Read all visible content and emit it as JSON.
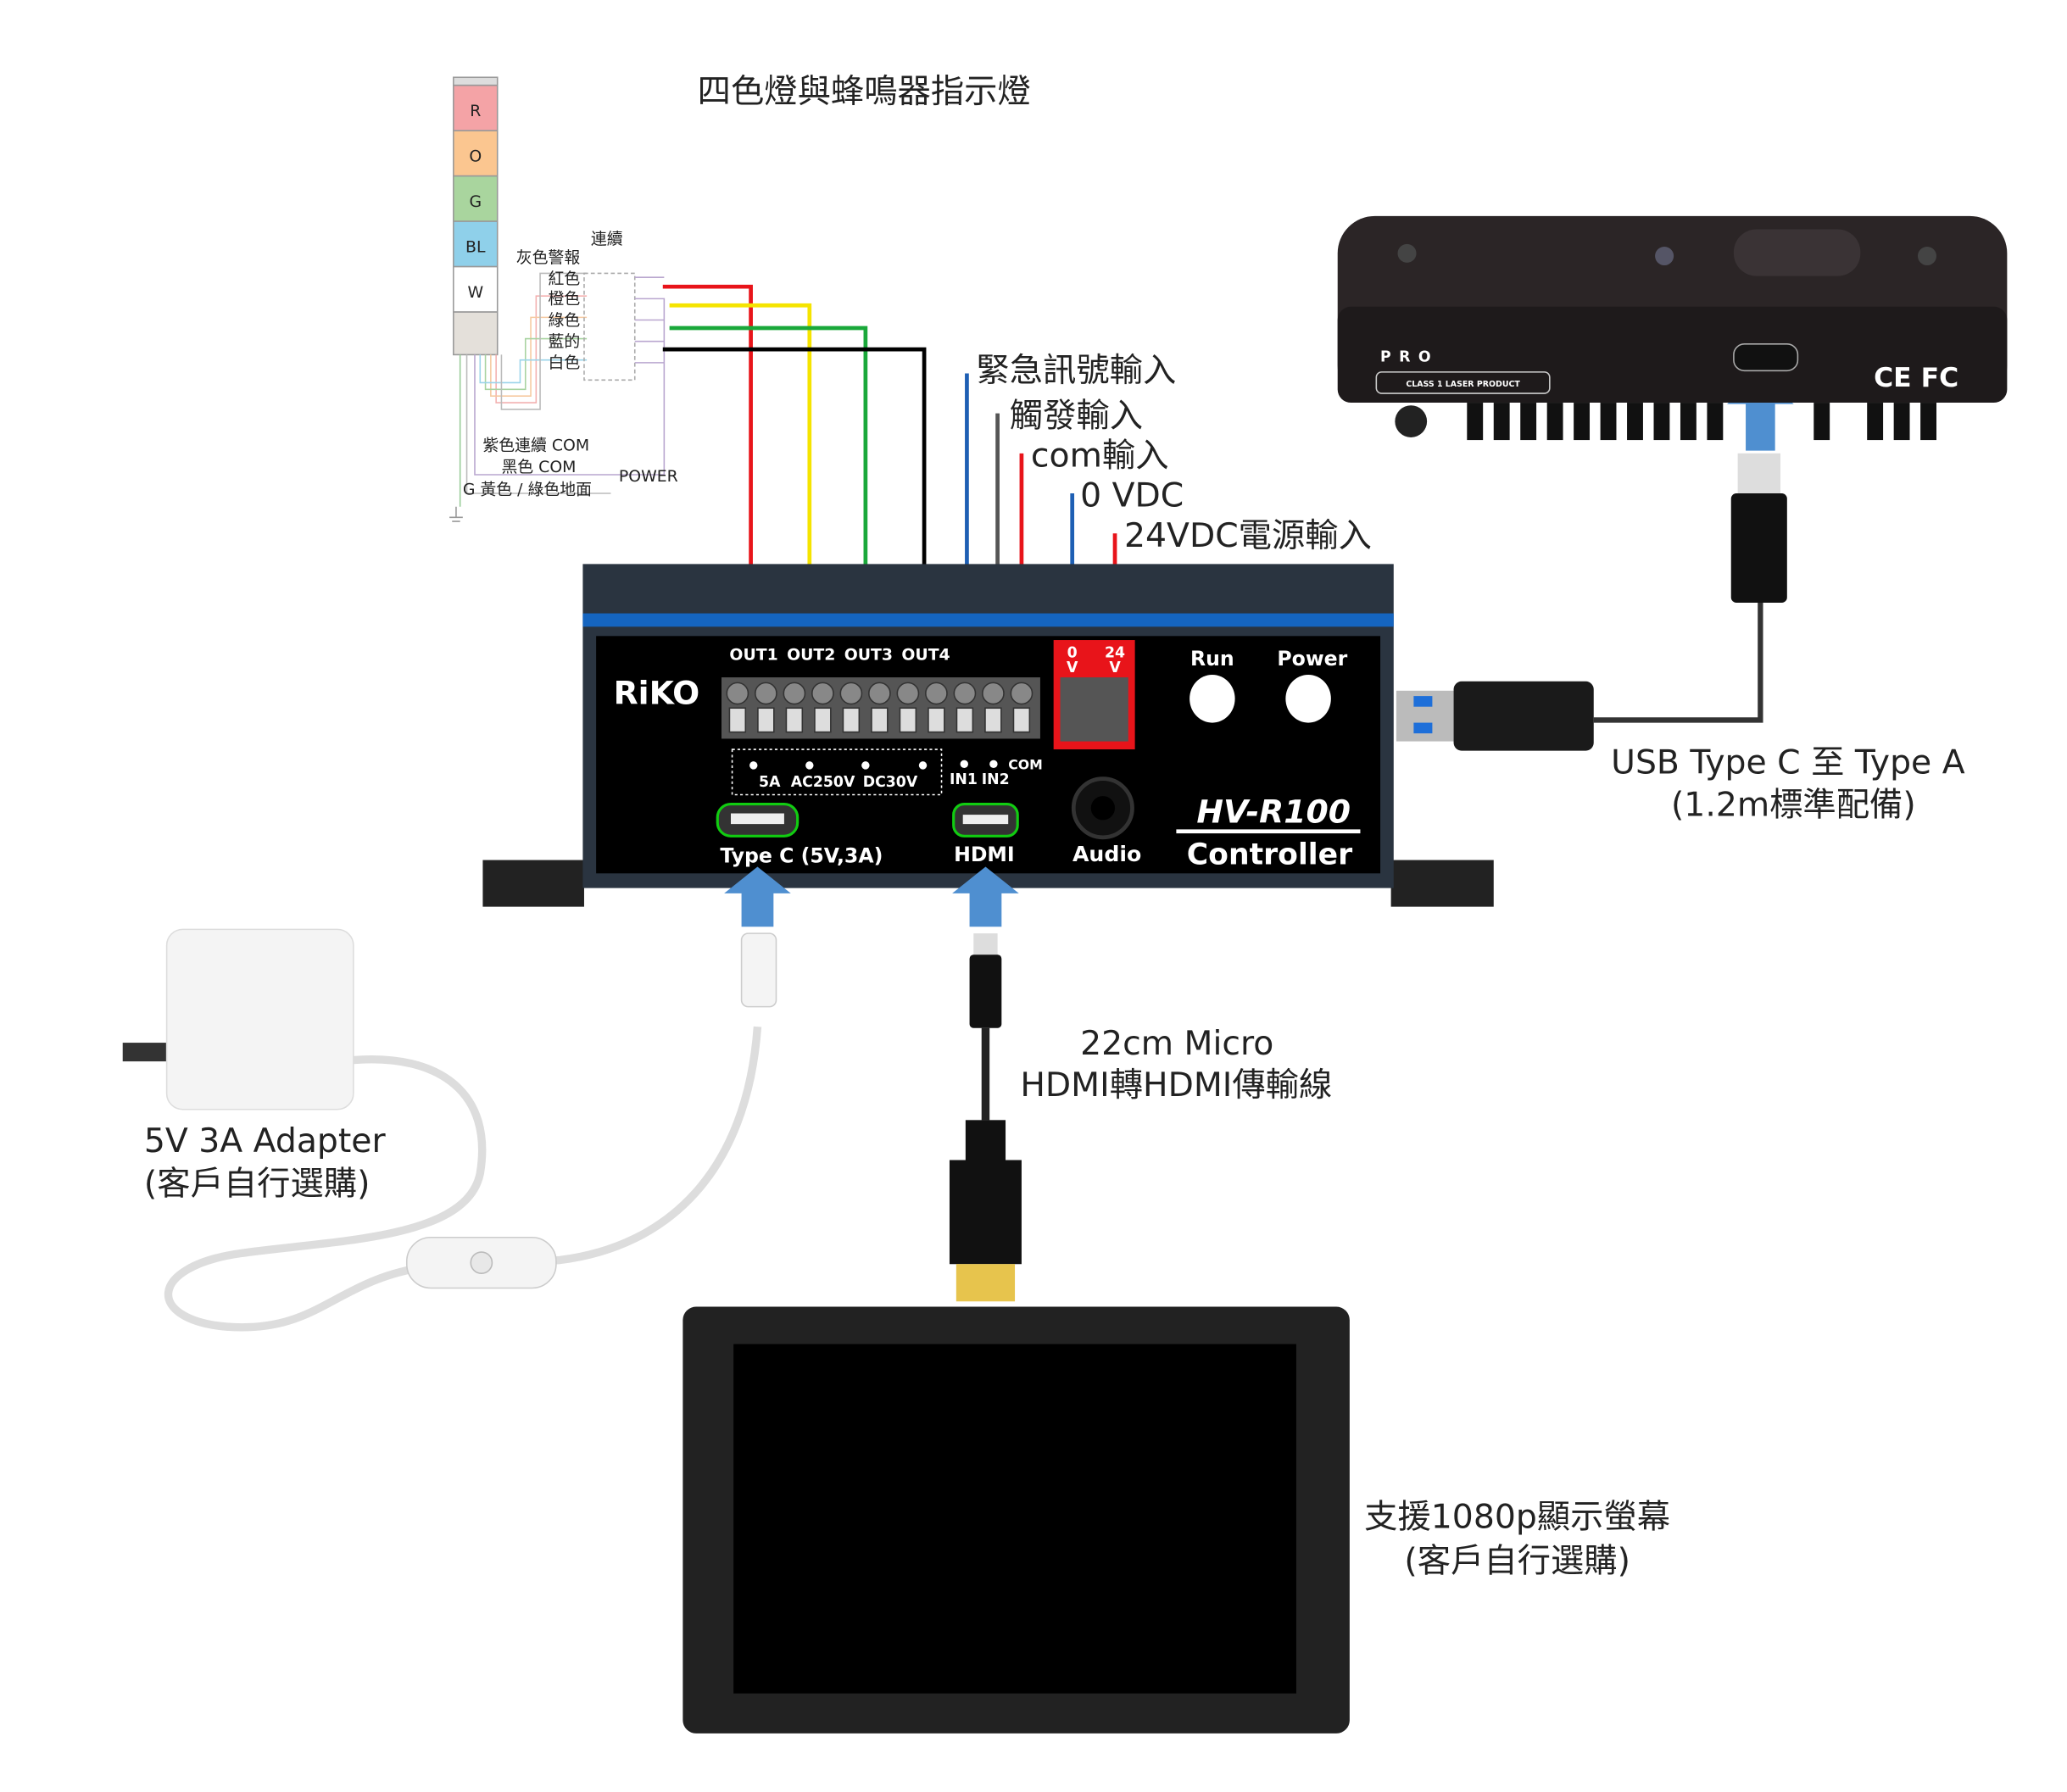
{
  "tower": {
    "title": "四色燈與蜂鳴器指示燈",
    "segments": [
      "R",
      "O",
      "G",
      "BL",
      "W"
    ],
    "continuous": "連續",
    "switch_labels": [
      "灰色警報",
      "紅色",
      "橙色",
      "綠色",
      "藍的",
      "白色"
    ],
    "purple_com": "紫色連續 COM",
    "black_com": "黑色 COM",
    "ground": "G 黃色 / 綠色地面",
    "power": "POWER"
  },
  "inputs": {
    "emergency": "緊急訊號輸入",
    "trigger": "觸發輸入",
    "com": "com輸入",
    "zero_vdc": "0 VDC",
    "power_24": "24VDC電源輸入"
  },
  "controller": {
    "brand": "RiKO",
    "outputs": [
      "OUT1",
      "OUT2",
      "OUT3",
      "OUT4"
    ],
    "zero_v": [
      "0",
      "V"
    ],
    "v24": [
      "24",
      "V"
    ],
    "run": "Run",
    "power": "Power",
    "rating": [
      "5A",
      "AC250V",
      "DC30V"
    ],
    "in_labels": [
      "IN1",
      "IN2",
      "COM"
    ],
    "typec": "Type C (5V,3A)",
    "hdmi": "HDMI",
    "audio": "Audio",
    "model": "HV-R100",
    "subtitle": "Controller"
  },
  "camera": {
    "brand": "PRO",
    "laser": "CLASS 1 LASER PRODUCT",
    "marks": "CE FC"
  },
  "labels": {
    "usb_line1": "USB Type C 至 Type A",
    "usb_line2": "(1.2m標準配備)",
    "hdmi_line1": "22cm Micro",
    "hdmi_line2": "HDMI轉HDMI傳輸線",
    "adapter_line1": "5V 3A Adapter",
    "adapter_line2": "(客戶自行選購)",
    "monitor_line1": "支援1080p顯示螢幕",
    "monitor_line2": "(客戶自行選購)"
  },
  "colors": {
    "red": "#e8141a",
    "yellow": "#f5e400",
    "green": "#1aa83a",
    "blue": "#1e5fb4",
    "arrow": "#4f8fd0"
  }
}
